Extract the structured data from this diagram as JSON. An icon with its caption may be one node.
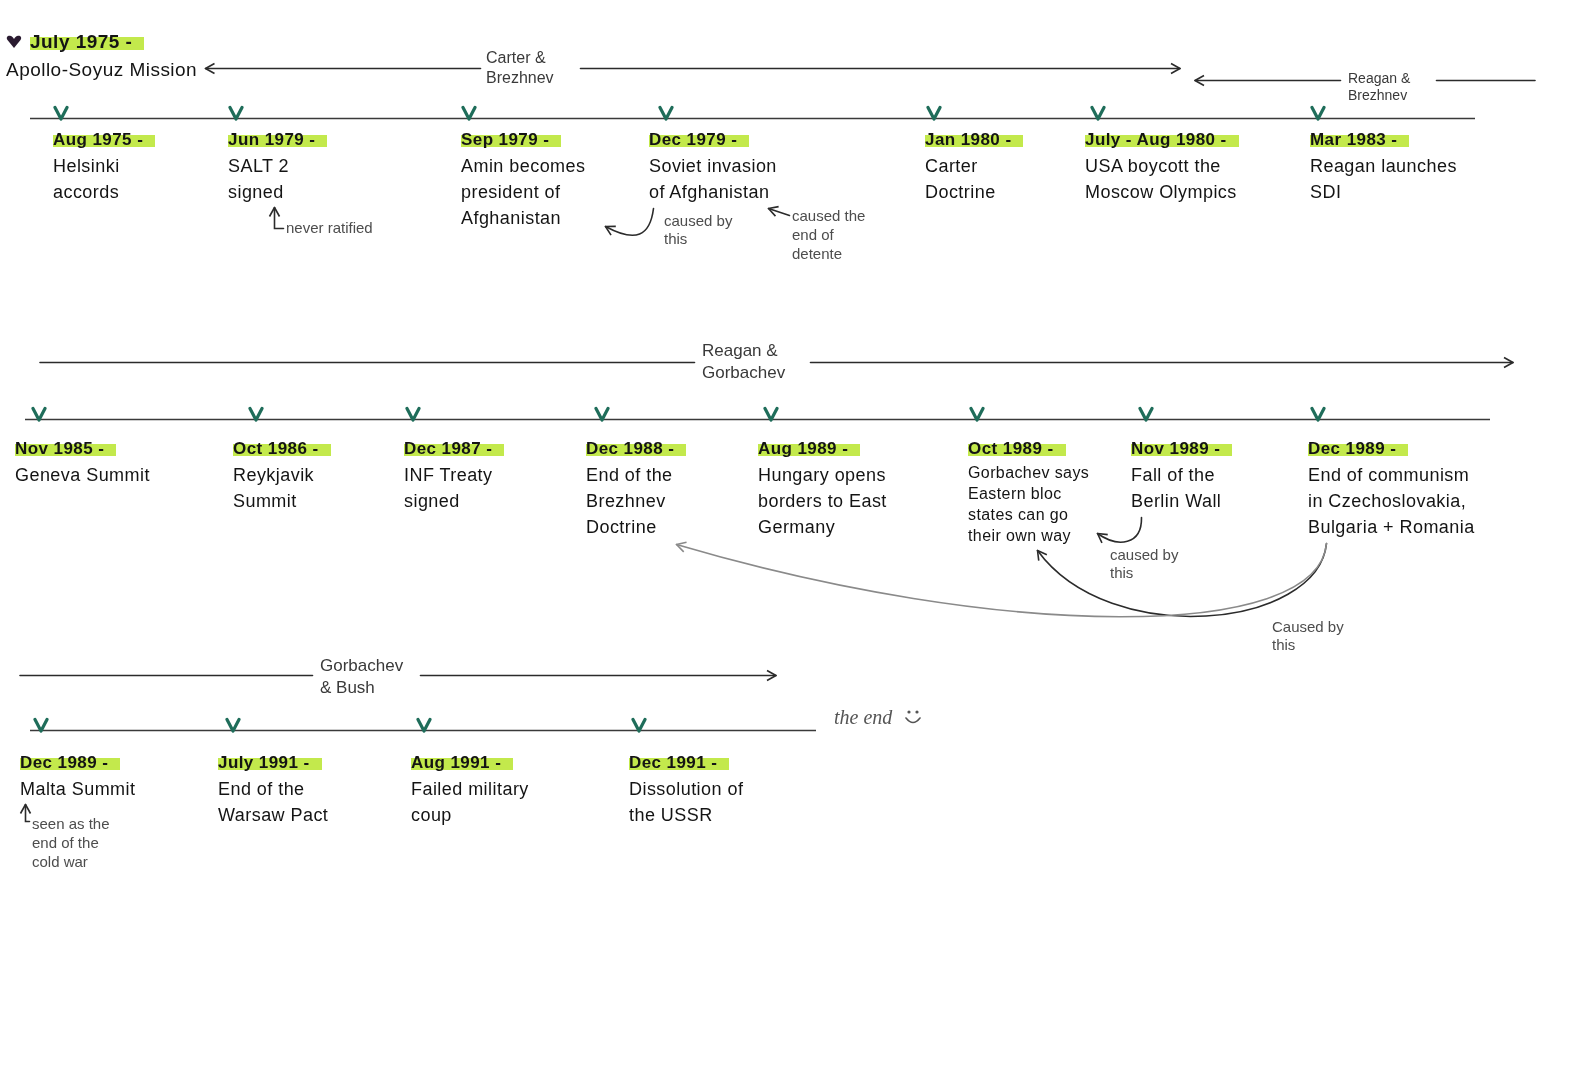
{
  "diagram": {
    "nodes": [
      {
        "text": [
          "July 1975 -",
          "Apollo-Soyuz Mission"
        ]
      },
      {
        "text": [
          "Carter & Brezhnev"
        ]
      },
      {
        "text": [
          "Reagan & Brezhnev"
        ]
      },
      {
        "text": [
          "Aug 1975 -",
          "Helsinki accords"
        ]
      },
      {
        "text": [
          "Jun 1979 -",
          "SALT 2 signed"
        ]
      },
      {
        "text": [
          "Sep 1979 -",
          "Amin becomes president of Afghanistan"
        ]
      },
      {
        "text": [
          "Dec 1979 -",
          "Soviet invasion of Afghanistan"
        ]
      },
      {
        "text": [
          "Jan 1980 -",
          "Carter Doctrine"
        ]
      },
      {
        "text": [
          "July - Aug 1980 -",
          "USA boycott the Moscow Olympics"
        ]
      },
      {
        "text": [
          "Mar 1983 -",
          "Reagan launches SDI"
        ]
      },
      {
        "text": [
          "never ratified"
        ]
      },
      {
        "text": [
          "caused the end of detente"
        ]
      },
      {
        "text": [
          "Reagan & Gorbachev"
        ]
      },
      {
        "text": [
          "Nov 1985 -",
          "Geneva Summit"
        ]
      },
      {
        "text": [
          "Oct 1986 -",
          "Reykjavik Summit"
        ]
      },
      {
        "text": [
          "Dec 1987 -",
          "INF Treaty signed"
        ]
      },
      {
        "text": [
          "Dec 1988 -",
          "End of the Brezhnev Doctrine"
        ]
      },
      {
        "text": [
          "Aug 1989 -",
          "Hungary opens borders to East Germany"
        ]
      },
      {
        "text": [
          "Oct 1989 -",
          "Gorbachev says Eastern bloc states can go their own way"
        ]
      },
      {
        "text": [
          "Nov 1989 -",
          "Fall of the Berlin Wall"
        ]
      },
      {
        "text": [
          "Dec 1989 -",
          "End of communism in Czechoslovakia, Bulgaria + Romania"
        ]
      },
      {
        "text": [
          "Gorbachev & Bush"
        ]
      },
      {
        "text": [
          "Dec 1989 -",
          "Malta Summit"
        ]
      },
      {
        "text": [
          "July 1991 -",
          "End of the Warsaw Pact"
        ]
      },
      {
        "text": [
          "Aug 1991 -",
          "Failed military coup"
        ]
      },
      {
        "text": [
          "Dec 1991 -",
          "Dissolution of the USSR"
        ]
      },
      {
        "text": [
          "seen as the end of the cold war"
        ]
      }
    ],
    "edges": [
      {
        "from": 1,
        "to": 0,
        "arrow": "to"
      },
      {
        "from": 1,
        "to": null,
        "arrow": "to"
      },
      {
        "from": 2,
        "to": null,
        "arrow": "to"
      },
      {
        "from": 2,
        "to": null,
        "arrow": "none"
      },
      {
        "from": 10,
        "to": 4,
        "arrow": "to"
      },
      {
        "from": 6,
        "to": 5,
        "arrow": "to",
        "label": "caused by this"
      },
      {
        "from": 11,
        "to": 6,
        "arrow": "to"
      },
      {
        "from": 12,
        "to": null,
        "arrow": "none"
      },
      {
        "from": 12,
        "to": null,
        "arrow": "to"
      },
      {
        "from": 19,
        "to": 18,
        "arrow": "to",
        "label": "caused by this"
      },
      {
        "from": 20,
        "to": 18,
        "arrow": "to",
        "label": "Caused by this"
      },
      {
        "from": 20,
        "to": 16,
        "arrow": "to",
        "color": "#8a8a8a"
      },
      {
        "from": 21,
        "to": null,
        "arrow": "none"
      },
      {
        "from": 21,
        "to": null,
        "arrow": "to"
      },
      {
        "from": 26,
        "to": 22,
        "arrow": "to"
      }
    ],
    "labels": [
      "the end"
    ]
  }
}
